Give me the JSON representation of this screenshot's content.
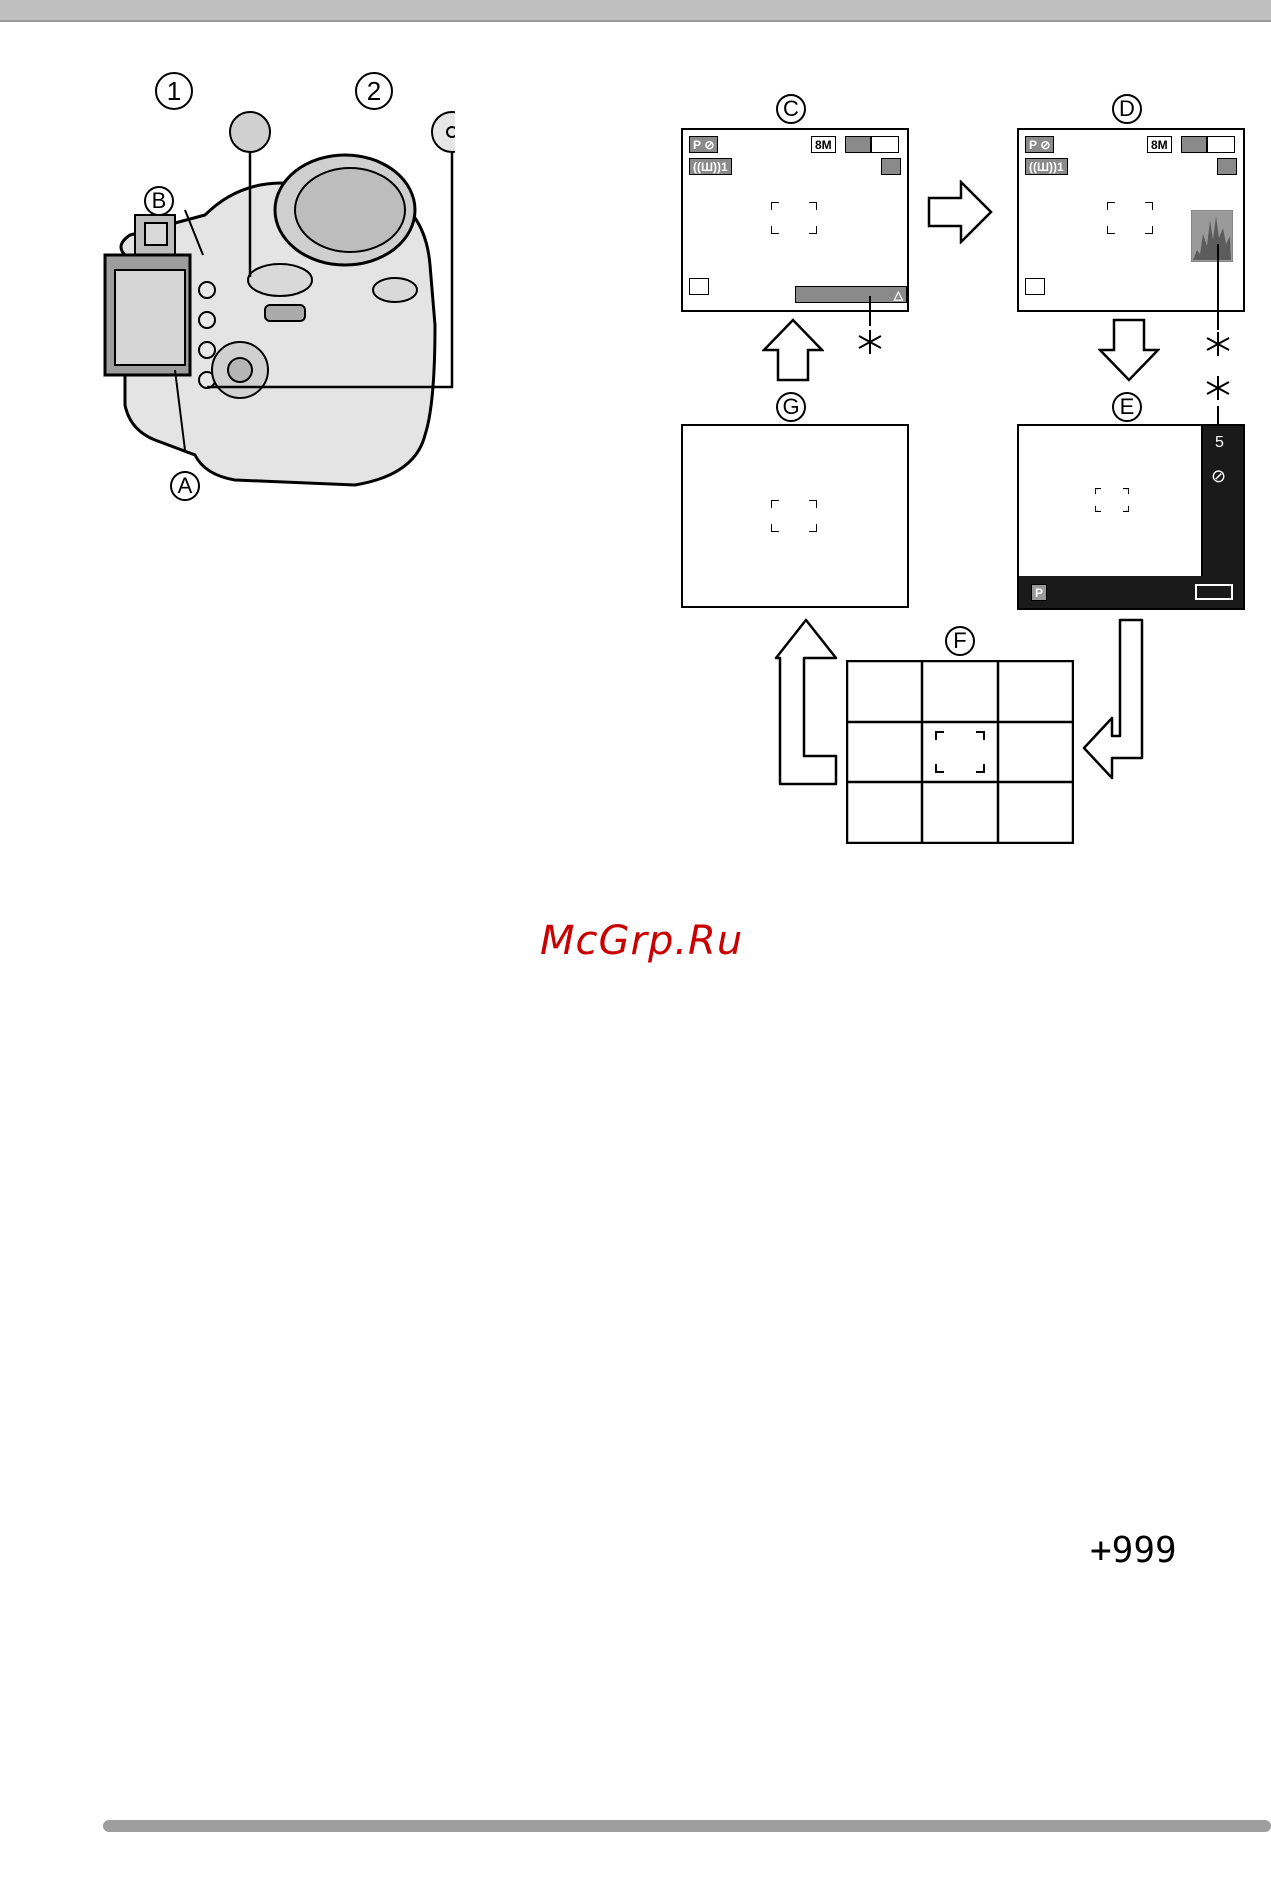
{
  "labels": {
    "num1": "1",
    "num2": "2",
    "A": "A",
    "B": "B",
    "C": "C",
    "D": "D",
    "E": "E",
    "F": "F",
    "G": "G"
  },
  "screen_c": {
    "mode": "P",
    "size": "8M",
    "stab": "((Ш))1",
    "warn": "△"
  },
  "screen_d": {
    "mode": "P",
    "size": "8M",
    "stab": "((Ш))1"
  },
  "screen_e": {
    "mode": "P",
    "side_top": "5"
  },
  "watermark": "McGrp.Ru",
  "counter": "+999",
  "colors": {
    "watermark": "#c80000",
    "bars": "#9e9e9e"
  }
}
